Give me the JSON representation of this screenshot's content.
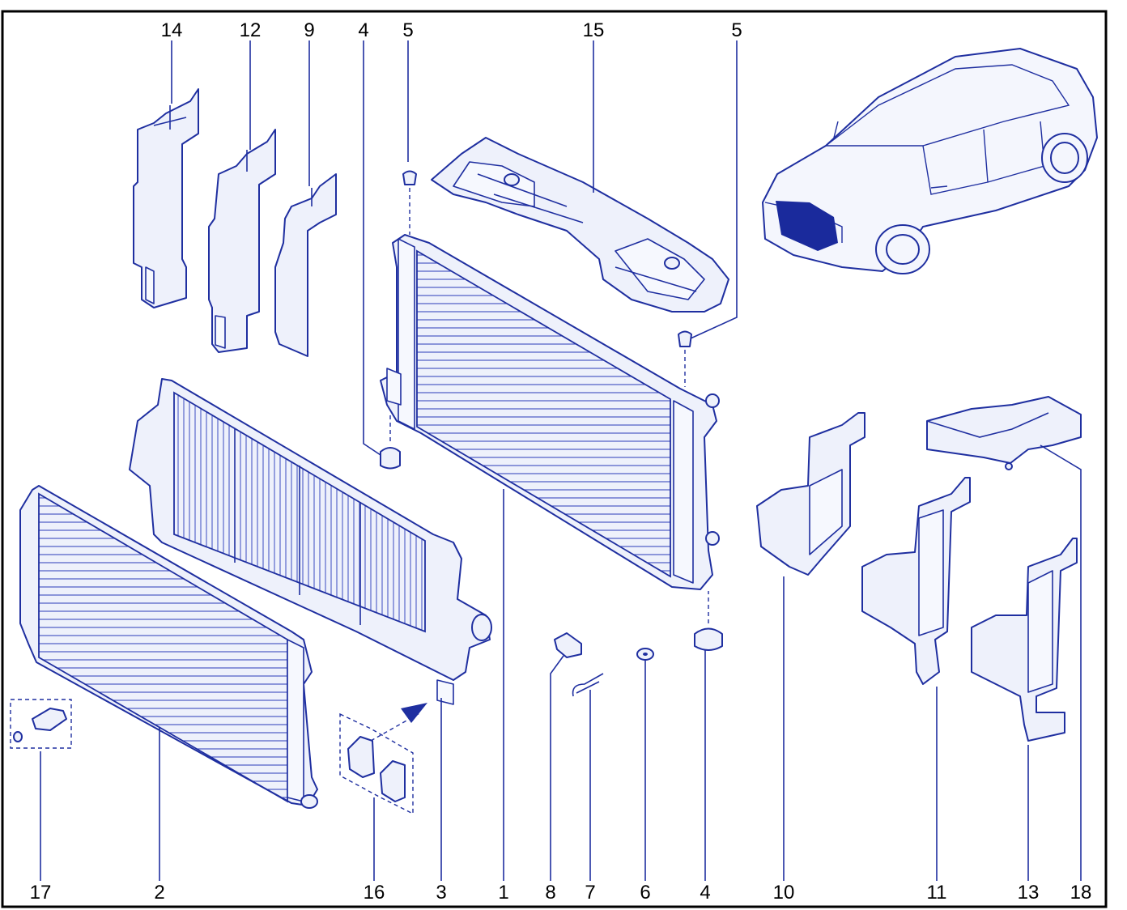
{
  "diagram": {
    "callouts": [
      {
        "id": "c14-top",
        "text": "14"
      },
      {
        "id": "c12-top",
        "text": "12"
      },
      {
        "id": "c9-top",
        "text": "9"
      },
      {
        "id": "c4-top",
        "text": "4"
      },
      {
        "id": "c5-top-left",
        "text": "5"
      },
      {
        "id": "c15-top",
        "text": "15"
      },
      {
        "id": "c5-top-right",
        "text": "5"
      },
      {
        "id": "c17-bottom",
        "text": "17"
      },
      {
        "id": "c2-bottom",
        "text": "2"
      },
      {
        "id": "c16-bottom",
        "text": "16"
      },
      {
        "id": "c3-bottom",
        "text": "3"
      },
      {
        "id": "c1-bottom",
        "text": "1"
      },
      {
        "id": "c8-bottom",
        "text": "8"
      },
      {
        "id": "c7-bottom",
        "text": "7"
      },
      {
        "id": "c6-bottom",
        "text": "6"
      },
      {
        "id": "c4-bottom",
        "text": "4"
      },
      {
        "id": "c10-bottom",
        "text": "10"
      },
      {
        "id": "c11-bottom",
        "text": "11"
      },
      {
        "id": "c13-bottom",
        "text": "13"
      },
      {
        "id": "c18-bottom",
        "text": "18"
      }
    ],
    "colors": {
      "line": "#1f2fa0",
      "fill": "#eef1fb",
      "highlight": "#1a2a9c",
      "frame": "#000000"
    }
  }
}
